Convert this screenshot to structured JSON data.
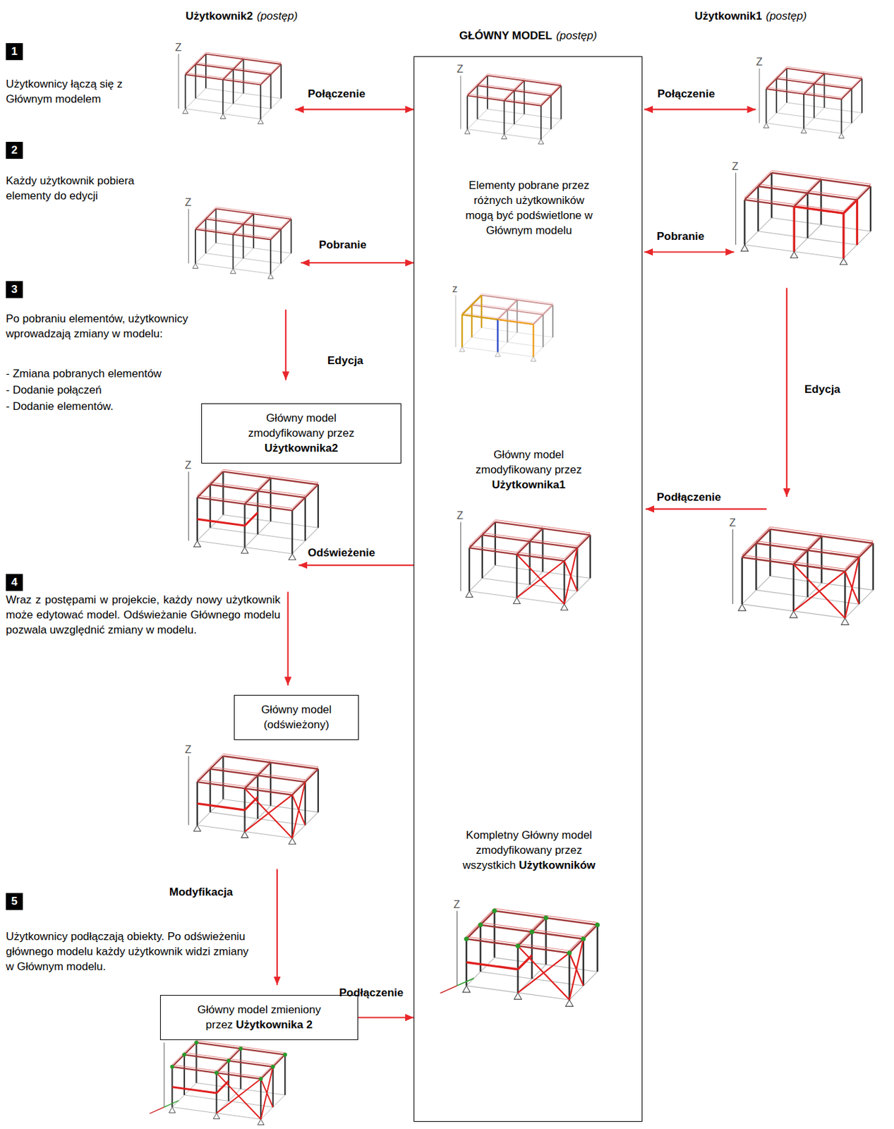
{
  "diagram": {
    "nodes": [
      {
        "text": [
          "GŁÓWNY MODEL",
          "(postęp)",
          "Elementy pobrane przez różnych użytkowników mogą być podświetlone w Głównym modelu",
          "Główny model zmodyfikowany przez Użytkownika1",
          "Kompletny Główny model zmodyfikowany przez wszystkich Użytkowników"
        ]
      },
      {
        "text": [
          "Główny model zmodyfikowany przez Użytkownika2"
        ]
      },
      {
        "text": [
          "Główny model (odświeżony)"
        ]
      },
      {
        "text": [
          "Główny model zmieniony przez Użytkownika 2"
        ]
      }
    ],
    "edges": [
      {
        "from": 3,
        "to": 0,
        "arrow": "to",
        "label": "Podłączenie"
      }
    ],
    "labels": [
      "Użytkownik2",
      "(postęp)",
      "Użytkownik1",
      "(postęp)",
      "1",
      "Użytkownicy łączą się z Głównym modelem",
      "Z",
      "Połączenie",
      "Z",
      "Połączenie",
      "Z",
      "2",
      "Każdy użytkownik pobiera elementy do edycji",
      "Z",
      "Pobranie",
      "Z",
      "Pobranie",
      "z",
      "3",
      "Po pobraniu elementów, użytkownicy wprowadzają zmiany w modelu:",
      "Edycja",
      "Edycja",
      "- Zmiana pobranych elementów",
      "- Dodanie połączeń",
      "- Dodanie elementów.",
      "Z",
      "Z",
      "Z",
      "Podłączenie",
      "Odświeżenie",
      "4",
      "Wraz z postępami w projekcie, każdy nowy użytkownik może edytować model. Odświeżanie Głównego modelu pozwala uwzględnić zmiany w modelu.",
      "Z",
      "Z",
      "Modyfikacja",
      "5",
      "Użytkownicy podłączają obiekty. Po odświeżeniu głównego modelu każdy użytkownik widzi zmiany w Głównym modelu."
    ]
  }
}
